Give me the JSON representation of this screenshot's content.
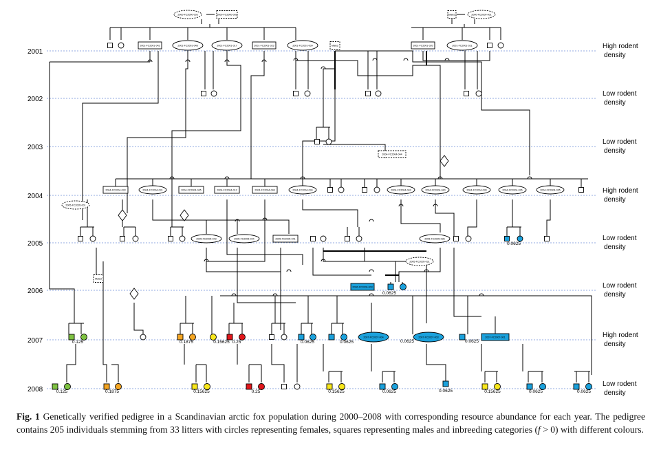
{
  "years": [
    {
      "year": "2001",
      "density": [
        "High rodent",
        "density"
      ]
    },
    {
      "year": "2002",
      "density": [
        "Low rodent",
        "density"
      ]
    },
    {
      "year": "2003",
      "density": [
        "Low rodent",
        "density"
      ]
    },
    {
      "year": "2004",
      "density": [
        "High rodent",
        "density"
      ]
    },
    {
      "year": "2005",
      "density": [
        "Low rodent",
        "density"
      ]
    },
    {
      "year": "2006",
      "density": [
        "Low rodent",
        "density"
      ]
    },
    {
      "year": "2007",
      "density": [
        "High rodent",
        "density"
      ]
    },
    {
      "year": "2008",
      "density": [
        "Low rodent",
        "density"
      ]
    }
  ],
  "colors": {
    "green": "#7ec242",
    "orange": "#f5a623",
    "yellow": "#f8e71c",
    "red": "#e0161b",
    "blue": "#1ba1dc",
    "line": "#000000",
    "gridline": "#6c8fd6"
  },
  "labels": {
    "top_left_1": "2000-FC2000-003",
    "top_left_2": "2000-FC2000-002",
    "top_right_1": "Male1",
    "top_right_2": "2000-FC2000-001",
    "n2001_a": "2001-FC2001-042",
    "n2001_b": "2001-FC2001-048",
    "n2001_c": "2001-FC2001-017",
    "n2001_d": "2001-FC2001-023",
    "n2001_e": "2001-FC2001-009",
    "n2001_male": "Male2",
    "n2001_f": "2001-FC2001-020",
    "n2001_g": "2001-FC2001-021",
    "n2003_a": "2004-FC2004-044",
    "n2004_a": "2004-FC2004-033",
    "n2004_b": "2004-FC2004-031",
    "n2004_c": "2004-FC2004-045",
    "n2004_d": "2004-FC2004-012",
    "n2004_e": "2004-FC2004-046",
    "n2004_f": "2004-FC2004-034",
    "n2004_g": "2004-FC2004-043",
    "n2004_h": "2004-FC2004-040",
    "n2004_i": "2004-FC2004-030",
    "n2004_j": "2004-FC2004-026",
    "n2004_k": "2004-FC2004-035",
    "n2004_left": "2005-FC2005-001",
    "n2005_a": "2005-FC2005-043",
    "n2005_b": "2005-FC2005-044",
    "n2005_c": "2005-FC2005-041",
    "n2005_d": "2005-FC2005-036",
    "n2005_r": "2005-FC2005-031",
    "n2006_male": "Male3",
    "n2006_a": "2006-FC2006-003",
    "n2007_a": "2007-FC2007-004",
    "n2007_b": "2007-FC2007-003",
    "n2007_c": "2007-FC2007-001"
  },
  "coefficients": {
    "c2005": "0.0625",
    "c2006": "0.0625",
    "c2007_1": "0.125",
    "c2007_2": "0.1875",
    "c2007_3": "0.15625",
    "c2007_4": "0.25",
    "c2007_5": "0.0625",
    "c2007_6": "0.0625",
    "c2007_7": "0.0625",
    "c2007_8": "0.0625",
    "c2008_1": "0.125",
    "c2008_2": "0.1875",
    "c2008_3": "0.15625",
    "c2008_4": "0.25",
    "c2008_5": "0.15625",
    "c2008_6": "0.0625",
    "c2008_7": "0.0625",
    "c2008_8": "0.15625",
    "c2008_9": "0.0625",
    "c2008_10": "0.0625"
  },
  "caption": {
    "label": "Fig. 1",
    "text_a": " Genetically verified pedigree in a Scandinavian arctic fox population during 2000–2008 with corresponding resource abundance for each year. The pedigree contains 205 individuals stemming from 33 litters with circles representing females, squares representing males and inbreeding categories (",
    "f_symbol": "f",
    "text_b": " > 0) with different colours."
  }
}
